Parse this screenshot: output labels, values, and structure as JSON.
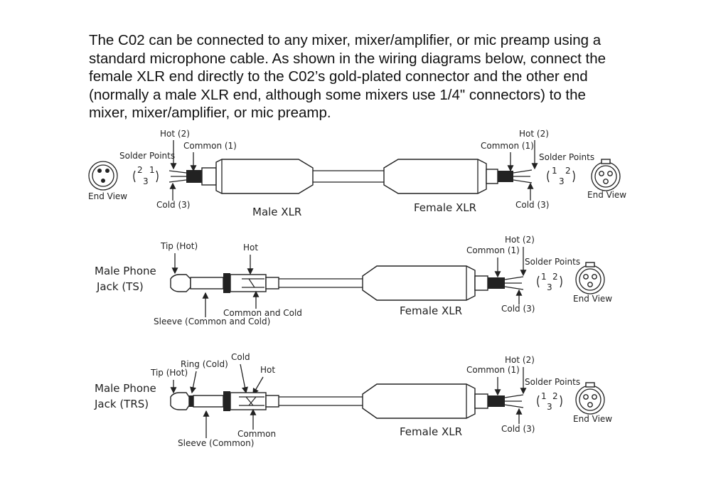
{
  "intro": {
    "lines": [
      "The C02 can be connected to any mixer, mixer/amplifier, or mic preamp using a",
      "standard microphone cable. As shown in the wiring diagrams below, connect the",
      "female XLR end directly to the C02’s gold-plated connector and the other end",
      "(normally a male XLR end, although some mixers use 1/4\" connectors) to the",
      "mixer, mixer/amplifier, or mic preamp."
    ]
  },
  "diagram1": {
    "left_hot": "Hot (2)",
    "left_common": "Common (1)",
    "left_solder": "Solder Points",
    "left_end_view": "End View",
    "left_cold": "Cold (3)",
    "male_xlr": "Male XLR",
    "female_xlr": "Female XLR",
    "right_hot": "Hot (2)",
    "right_common": "Common (1)",
    "right_solder": "Solder Points",
    "right_end_view": "End View",
    "right_cold": "Cold (3)"
  },
  "diagram2": {
    "male_phone_line1": "Male Phone",
    "male_phone_line2": "Jack (TS)",
    "tip_hot": "Tip (Hot)",
    "hot": "Hot",
    "common_and_cold": "Common and Cold",
    "sleeve": "Sleeve (Common and Cold)",
    "female_xlr": "Female XLR",
    "right_hot": "Hot (2)",
    "right_common": "Common (1)",
    "right_solder": "Solder Points",
    "right_end_view": "End View",
    "right_cold": "Cold (3)"
  },
  "diagram3": {
    "male_phone_line1": "Male Phone",
    "male_phone_line2": "Jack (TRS)",
    "tip_hot": "Tip (Hot)",
    "ring_cold": "Ring (Cold)",
    "cold": "Cold",
    "hot": "Hot",
    "common": "Common",
    "sleeve": "Sleeve (Common)",
    "female_xlr": "Female XLR",
    "right_hot": "Hot (2)",
    "right_common": "Common (1)",
    "right_solder": "Solder Points",
    "right_end_view": "End View",
    "right_cold": "Cold (3)"
  },
  "pins": {
    "one": "1",
    "two": "2",
    "three": "3"
  }
}
